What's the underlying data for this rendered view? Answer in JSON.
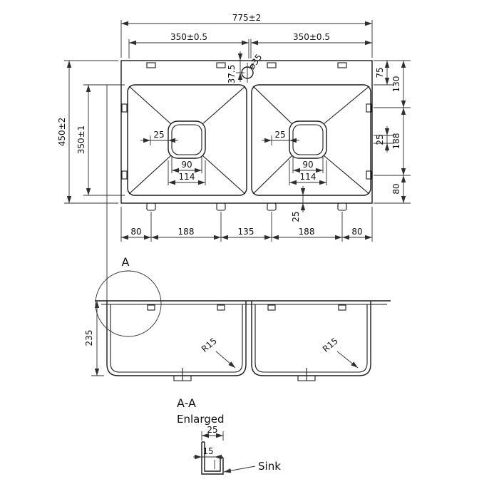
{
  "top_view": {
    "dim_overall_width": "775±2",
    "dim_bowl_width_left": "350±0.5",
    "dim_bowl_width_right": "350±0.5",
    "dim_overall_depth": "450±2",
    "dim_bowl_depth": "350±1",
    "dim_hole_offset": "37.5",
    "dim_hole_diameter": "ø35",
    "dim_right_75": "75",
    "dim_right_130": "130",
    "dim_right_188": "188",
    "dim_right_25": "25",
    "dim_right_80": "80",
    "dim_bowl_left_25": "25",
    "dim_bowl_right_25": "25",
    "dim_drain_left_90": "90",
    "dim_drain_left_114": "114",
    "dim_drain_right_90": "90",
    "dim_drain_right_114": "114",
    "dim_bottom_80_left": "80",
    "dim_bottom_188_left": "188",
    "dim_bottom_135": "135",
    "dim_bottom_188_right": "188",
    "dim_bottom_80_right": "80",
    "dim_bottom_25": "25"
  },
  "section_view": {
    "detail_marker": "A",
    "dim_depth": "235",
    "radius_left": "R15",
    "radius_right": "R15"
  },
  "detail_view": {
    "title": "A-A",
    "subtitle": "Enlarged",
    "dim_flange": "25",
    "dim_lip": "15",
    "label": "Sink"
  }
}
